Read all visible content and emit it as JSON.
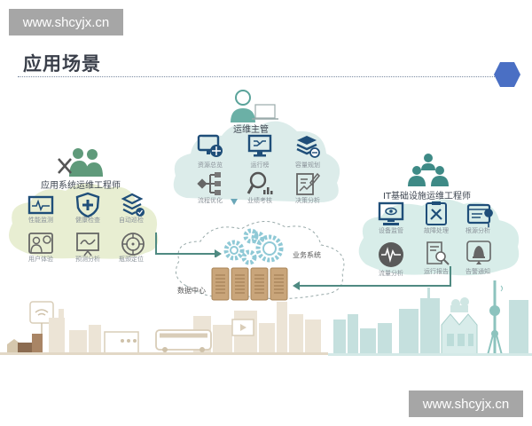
{
  "watermark": {
    "top": "www.shcyjx.cn",
    "bottom": "www.shcyjx.cn"
  },
  "header": {
    "title": "应用场景",
    "accent_color": "#4a6fc4"
  },
  "roles": {
    "manager": {
      "title": "运维主管",
      "items": [
        "资源总览",
        "运行榜",
        "容量规划",
        "流程优化",
        "业绩考核",
        "决策分析"
      ]
    },
    "app_engineer": {
      "title": "应用系统运维工程师",
      "items": [
        "性能监测",
        "健康检查",
        "自动巡检",
        "用户体验",
        "预测分析",
        "瓶颈定位"
      ]
    },
    "it_engineer": {
      "title": "IT基础设施运维工程师",
      "items": [
        "设备监管",
        "故障处理",
        "根源分析",
        "流量分析",
        "运行报告",
        "告警通知"
      ]
    }
  },
  "center": {
    "business_system": "业务系统",
    "data_center": "数据中心"
  },
  "colors": {
    "icon_blue": "#1f4e79",
    "teal": "#4f8a82",
    "cloud_teal": "#d6ebe8",
    "cloud_green": "#e6ecd0",
    "server_tan": "#c9a57a",
    "city_tan": "#e6dccb",
    "city_teal": "#bfdcdc"
  }
}
